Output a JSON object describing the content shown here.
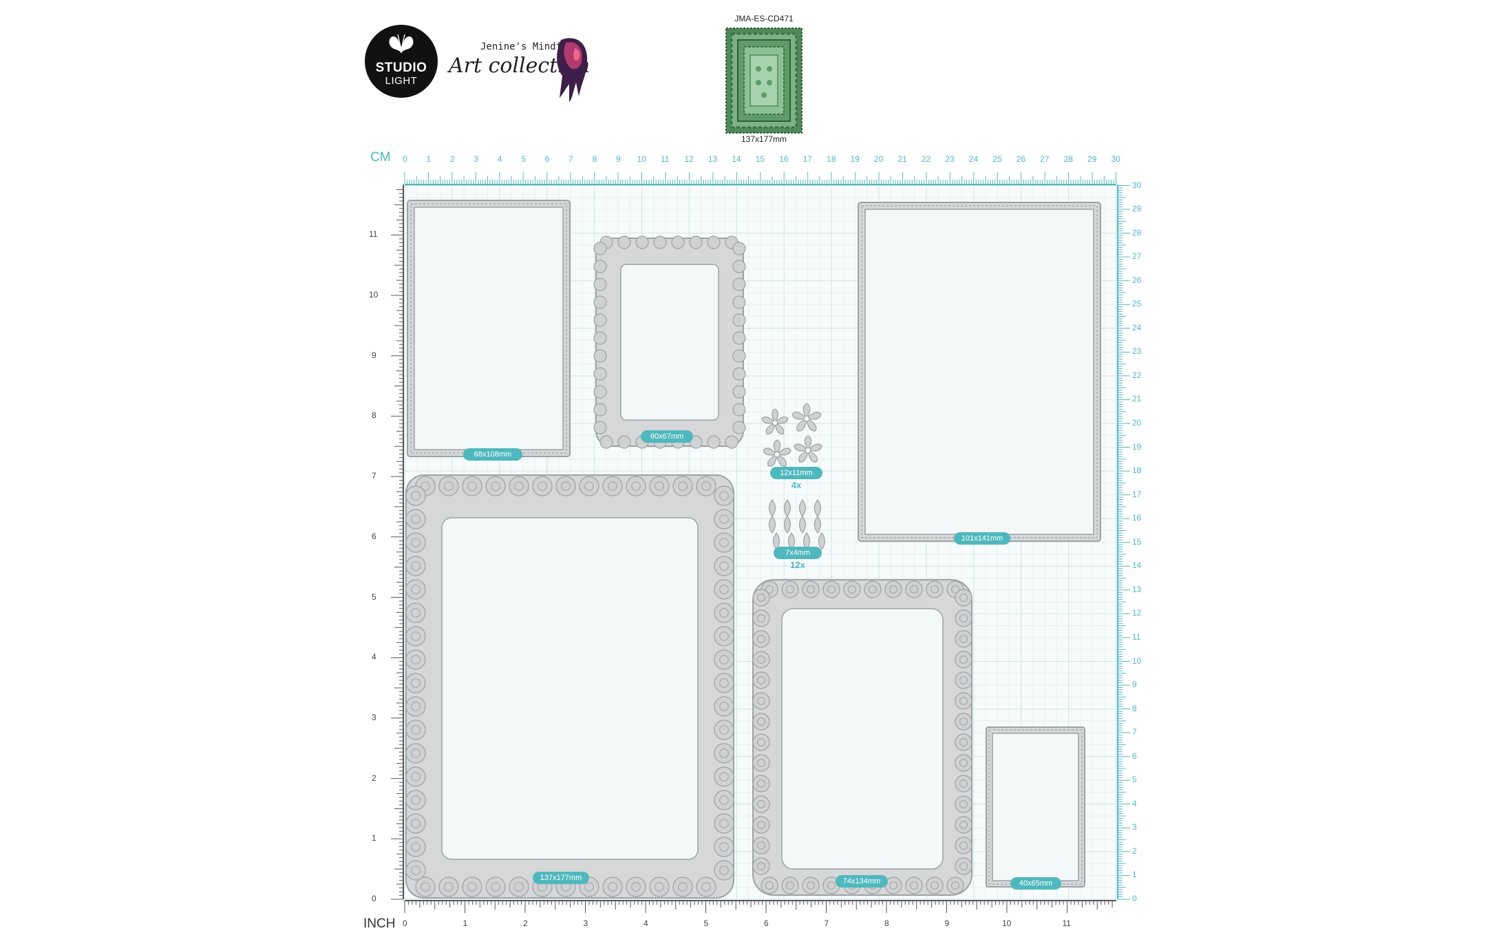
{
  "brand": {
    "studio_logo_line1": "STUDIO",
    "studio_logo_line2": "LIGHT",
    "collection_line1": "Jenine's Mindful",
    "collection_line2": "Art collection"
  },
  "product": {
    "code": "JMA-ES-CD471",
    "thumbnail_size": "137x177mm"
  },
  "ruler": {
    "cm_label": "CM",
    "inch_label": "INCH",
    "cm_top_labels": [
      "0",
      "1",
      "2",
      "3",
      "4",
      "5",
      "6",
      "7",
      "8",
      "9",
      "10",
      "11",
      "12",
      "13",
      "14",
      "15",
      "16",
      "17",
      "18",
      "19",
      "20",
      "21",
      "22",
      "23",
      "24",
      "25",
      "26",
      "27",
      "28",
      "29",
      "30"
    ],
    "cm_right_labels": [
      "0",
      "1",
      "2",
      "3",
      "4",
      "5",
      "6",
      "7",
      "8",
      "9",
      "10",
      "11",
      "12",
      "13",
      "14",
      "15",
      "16",
      "17",
      "18",
      "19",
      "20",
      "21",
      "22",
      "23",
      "24",
      "25",
      "26",
      "27",
      "28",
      "29",
      "30"
    ],
    "inch_bottom_labels": [
      "0",
      "1",
      "2",
      "3",
      "4",
      "5",
      "6",
      "7",
      "8",
      "9",
      "10",
      "11"
    ],
    "inch_left_labels": [
      "0",
      "1",
      "2",
      "3",
      "4",
      "5",
      "6",
      "7",
      "8",
      "9",
      "10",
      "11"
    ]
  },
  "dies": [
    {
      "label": "68x108mm"
    },
    {
      "label": "60x67mm"
    },
    {
      "label": "12x11mm",
      "quantity": "4x"
    },
    {
      "label": "7x4mm",
      "quantity": "12x"
    },
    {
      "label": "101x141mm"
    },
    {
      "label": "137x177mm"
    },
    {
      "label": "74x134mm"
    },
    {
      "label": "40x65mm"
    }
  ],
  "colors": {
    "accent": "#4fb8be",
    "grid_minor": "#e6f1f1",
    "grid_major": "#cfe6e6",
    "die_fill": "#cfd1d3",
    "die_stroke": "#9ea2a6"
  }
}
